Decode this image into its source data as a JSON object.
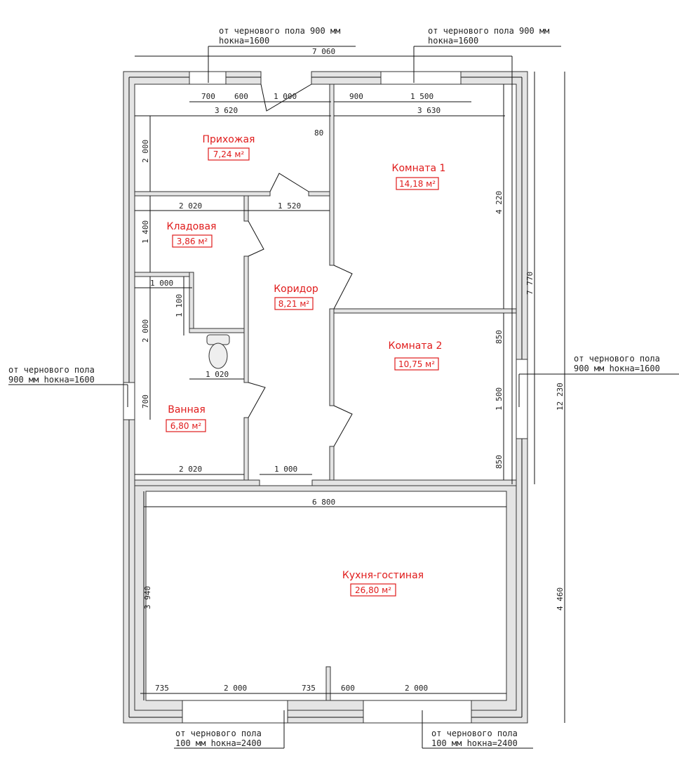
{
  "title": "План дома",
  "rooms": [
    {
      "name": "Прихожая",
      "area": "7,24 м²"
    },
    {
      "name": "Комната 1",
      "area": "14,18 м²"
    },
    {
      "name": "Кладовая",
      "area": "3,86 м²"
    },
    {
      "name": "Коридор",
      "area": "8,21 м²"
    },
    {
      "name": "Комната 2",
      "area": "10,75 м²"
    },
    {
      "name": "Ванная",
      "area": "6,80 м²"
    },
    {
      "name": "Кухня-гостиная",
      "area": "26,80 м²"
    }
  ],
  "dimensions": {
    "overall_width": "7 060",
    "top_700": "700",
    "top_600": "600",
    "top_door": "1 000",
    "top_900": "900",
    "top_1500": "1 500",
    "hall_width": "3 620",
    "room1_width": "3 630",
    "wall_80": "80",
    "hall_height": "2 000",
    "room1_height": "4 220",
    "right_7770": "7 770",
    "right_total": "12 230",
    "pantry_width": "2 020",
    "corridor_width": "1 520",
    "pantry_height": "1 400",
    "wc_width": "1 000",
    "wc_height": "1 100",
    "wc_depth": "1 020",
    "bath_height": "2 000",
    "bath_window": "700",
    "bath_width": "2 020",
    "corridor_opening": "1 000",
    "room2_850a": "850",
    "room2_window": "1 500",
    "room2_850b": "850",
    "kitchen_width": "6 800",
    "kitchen_height": "3 940",
    "kitchen_right": "4 460",
    "bot_735a": "735",
    "bot_2000a": "2 000",
    "bot_735b": "735",
    "bot_600": "600",
    "bot_2000b": "2 000"
  },
  "notes": {
    "top_left": [
      "от чернового пола 900 мм",
      "hокна=1600"
    ],
    "top_right": [
      "от чернового пола 900 мм",
      "hокна=1600"
    ],
    "left": [
      "от чернового пола",
      "900 мм hокна=1600"
    ],
    "right": [
      "от чернового пола",
      "900 мм hокна=1600"
    ],
    "bottom_left": [
      "от чернового пола",
      "100 мм hокна=2400"
    ],
    "bottom_right": [
      "от чернового пола",
      "100 мм hокна=2400"
    ]
  }
}
